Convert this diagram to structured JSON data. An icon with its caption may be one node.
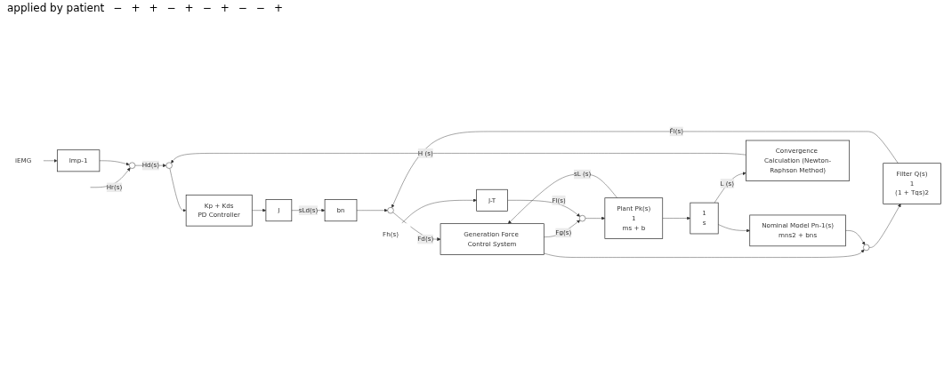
{
  "diagram": {
    "nodes": [
      {
        "text": [],
        "shape": "circle"
      },
      {
        "text": [
          "Imp-1"
        ]
      },
      {
        "text": [
          "iEMG"
        ]
      },
      {
        "text": [],
        "shape": "circle"
      },
      {
        "text": [
          "Kp + Kds",
          "PD Controller"
        ]
      },
      {
        "text": [
          "J"
        ]
      },
      {
        "text": [
          "bn"
        ]
      },
      {
        "text": [],
        "shape": "circle"
      },
      {
        "text": [
          "Generation Force Control System"
        ]
      },
      {
        "text": [],
        "shape": "circle"
      },
      {
        "text": [
          "Filter Q(s)",
          "1",
          "(1 + Tqs)2"
        ]
      },
      {
        "text": [],
        "shape": "circle"
      },
      {
        "text": [
          "Fh(s)"
        ]
      },
      {
        "text": [
          "J-T"
        ]
      },
      {
        "text": [
          "Nominal Model Pn-1(s)",
          "mns2 + bns"
        ]
      },
      {
        "text": [
          "Plant Pk(s)",
          "1",
          "ms + b"
        ]
      },
      {
        "text": [
          "1",
          "s"
        ]
      },
      {
        "text": [
          "Convergence Calculation (Newton-Raphson Method)"
        ]
      }
    ],
    "edges": [
      {
        "from": null,
        "to": 0,
        "arrow": "to",
        "label": "Hr(s)"
      },
      {
        "from": 2,
        "to": 1,
        "arrow": "to"
      },
      {
        "from": 1,
        "to": 0,
        "arrow": "to"
      },
      {
        "from": 0,
        "to": 3,
        "arrow": "to",
        "label": "Hd(s)"
      },
      {
        "from": 17,
        "to": 3,
        "arrow": "to",
        "label": "H (s)"
      },
      {
        "from": 3,
        "to": 4,
        "arrow": "to"
      },
      {
        "from": 4,
        "to": 5,
        "arrow": "to"
      },
      {
        "from": 5,
        "to": 6,
        "arrow": "to",
        "label": "sLd(s)"
      },
      {
        "from": 6,
        "to": 7,
        "arrow": "to"
      },
      {
        "from": 10,
        "to": 7,
        "arrow": "to",
        "label": "F̂l(s)"
      },
      {
        "from": 7,
        "to": 8,
        "arrow": "to",
        "label": "Fd(s)"
      },
      {
        "from": 8,
        "to": 9,
        "arrow": "to",
        "label": "Fg(s)"
      },
      {
        "from": 8,
        "to": 11,
        "arrow": "to"
      },
      {
        "from": 12,
        "to": 13,
        "arrow": "to"
      },
      {
        "from": 13,
        "to": 9,
        "arrow": "to",
        "label": "Fl(s)"
      },
      {
        "from": 14,
        "to": 11,
        "arrow": "to"
      },
      {
        "from": 11,
        "to": 10,
        "arrow": "to"
      },
      {
        "from": 9,
        "to": 15,
        "arrow": "to"
      },
      {
        "from": 15,
        "to": 16,
        "arrow": "to"
      },
      {
        "from": 15,
        "to": 8,
        "arrow": "to",
        "label": "sL (s)"
      },
      {
        "from": 16,
        "to": 14,
        "arrow": "to"
      },
      {
        "from": 16,
        "to": 17,
        "arrow": "to",
        "label": "L (s)"
      }
    ],
    "labels": [
      "applied by patient",
      "−",
      "+",
      "+",
      "−",
      "+",
      "−",
      "+",
      "−",
      "−",
      "+"
    ]
  }
}
